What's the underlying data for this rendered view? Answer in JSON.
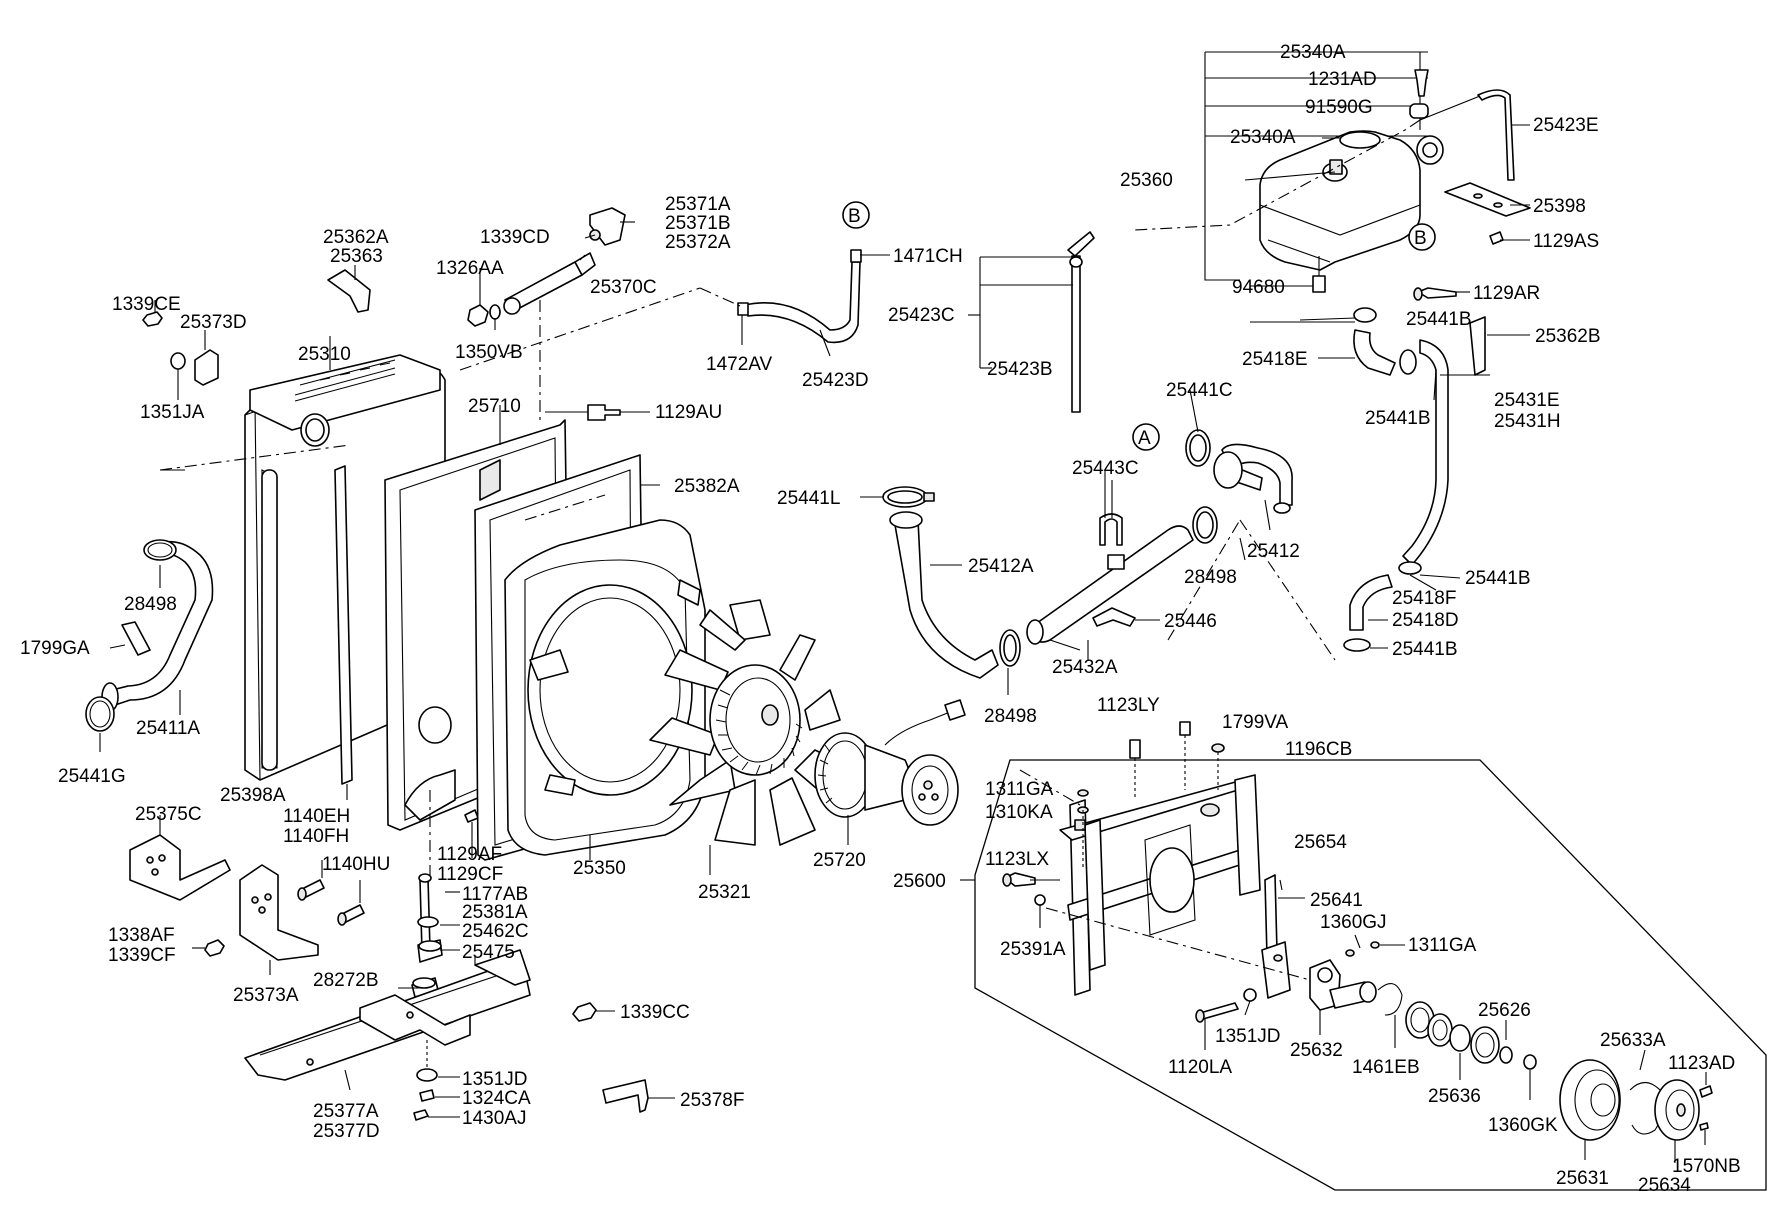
{
  "labels": {
    "p25340A_top": "25340A",
    "p1231AD": "1231AD",
    "p91590G": "91590G",
    "p25340A_mid": "25340A",
    "p25423E": "25423E",
    "p25360": "25360",
    "p25398_r": "25398",
    "p1129AS": "1129AS",
    "p1129AR": "1129AR",
    "p94680": "94680",
    "p25441B_1": "25441B",
    "p25362B": "25362B",
    "p25418E": "25418E",
    "p25441B_2": "25441B",
    "p25431E": "25431E",
    "p25431H": "25431H",
    "p25441B_3": "25441B",
    "p25418F": "25418F",
    "p25418D": "25418D",
    "p25441B_4": "25441B",
    "p1471CH": "1471CH",
    "p25423C": "25423C",
    "p25423B": "25423B",
    "p25423D": "25423D",
    "p1472AV": "1472AV",
    "p25441C": "25441C",
    "p25443C": "25443C",
    "p25412": "25412",
    "p28498_c": "28498",
    "p25446": "25446",
    "p25432A": "25432A",
    "p28498_b": "28498",
    "p25441L": "25441L",
    "p25412A": "25412A",
    "p25371A": "25371A",
    "p25371B": "25371B",
    "p25372A": "25372A",
    "p1339CD": "1339CD",
    "p1326AA": "1326AA",
    "p25370C": "25370C",
    "p1350VB": "1350VB",
    "p25362A": "25362A",
    "p25363": "25363",
    "p1339CE": "1339CE",
    "p25373D": "25373D",
    "p1351JA": "1351JA",
    "p25310": "25310",
    "p25710": "25710",
    "p1129AU": "1129AU",
    "p25382A": "25382A",
    "p28498_a": "28498",
    "p1799GA": "1799GA",
    "p25411A": "25411A",
    "p25441G": "25441G",
    "p25398A": "25398A",
    "p1140EH": "1140EH",
    "p1140FH": "1140FH",
    "p1140HU": "1140HU",
    "p25375C": "25375C",
    "p1338AF": "1338AF",
    "p1339CF": "1339CF",
    "p25373A": "25373A",
    "p1129AF": "1129AF",
    "p1129CF": "1129CF",
    "p1177AB": "1177AB",
    "p25381A": "25381A",
    "p25462C": "25462C",
    "p25475": "25475",
    "p28272B": "28272B",
    "p1339CC": "1339CC",
    "p1351JD_l": "1351JD",
    "p1324CA": "1324CA",
    "p1430AJ": "1430AJ",
    "p25377A": "25377A",
    "p25377D": "25377D",
    "p25378F": "25378F",
    "p25350": "25350",
    "p25321": "25321",
    "p25720": "25720",
    "p1123LY": "1123LY",
    "p1799VA": "1799VA",
    "p1196CB": "1196CB",
    "p1311GA_a": "1311GA",
    "p1310KA": "1310KA",
    "p25654": "25654",
    "p1123LX": "1123LX",
    "p25600": "25600",
    "p25641": "25641",
    "p1360GJ": "1360GJ",
    "p1311GA_b": "1311GA",
    "p25391A": "25391A",
    "p1351JD_r": "1351JD",
    "p25632": "25632",
    "p1120LA": "1120LA",
    "p1461EB": "1461EB",
    "p25626": "25626",
    "p25636": "25636",
    "p25633A": "25633A",
    "p1123AD": "1123AD",
    "p1360GK": "1360GK",
    "p25631": "25631",
    "p1570NB": "1570NB",
    "p25634": "25634"
  },
  "markers": {
    "A1": "A",
    "A2": "A",
    "B1": "B",
    "B2": "B"
  }
}
